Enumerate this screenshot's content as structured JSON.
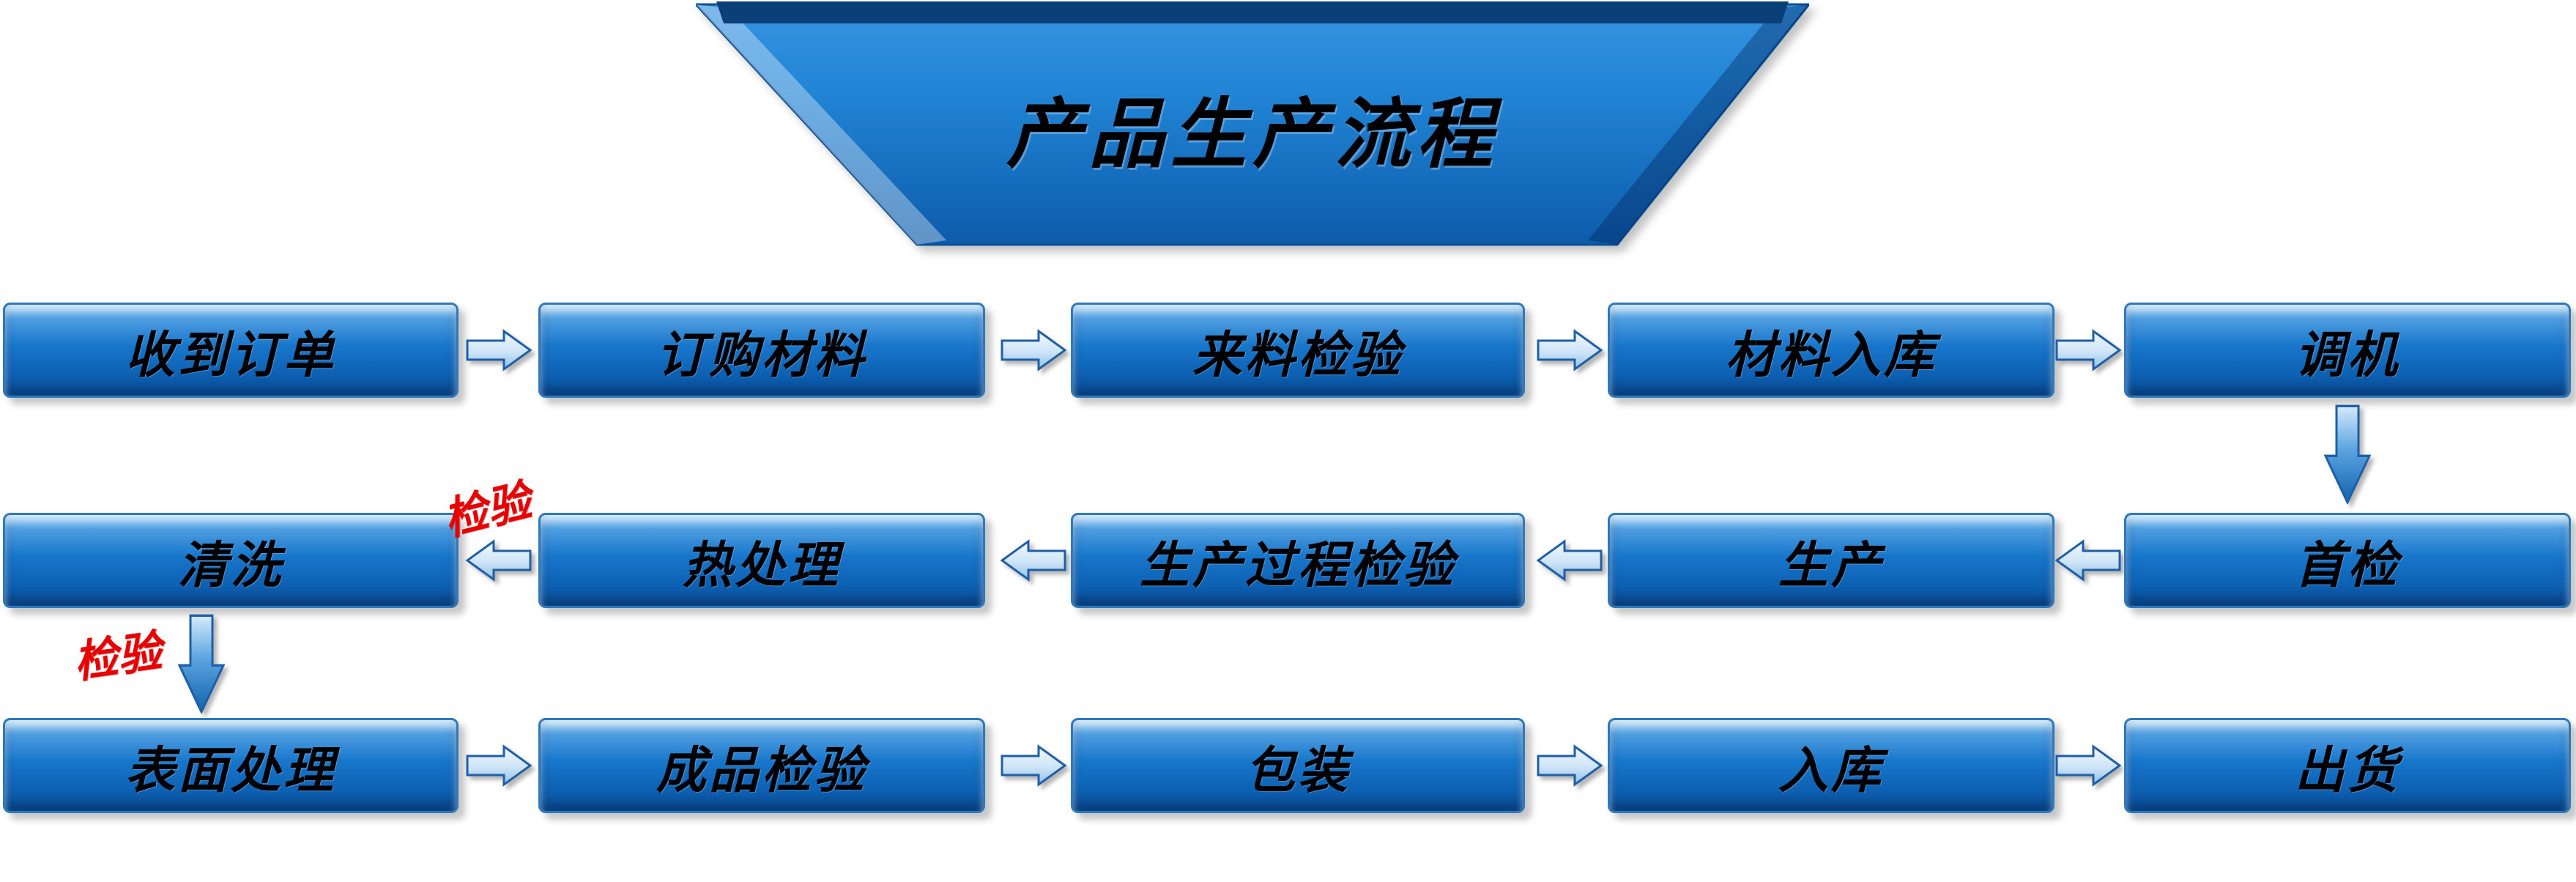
{
  "title": "产品生产流程",
  "rows": [
    {
      "direction": "right",
      "boxes": [
        "收到订单",
        "订购材料",
        "来料检验",
        "材料入库",
        "调机"
      ]
    },
    {
      "direction": "left",
      "boxes": [
        "清洗",
        "热处理",
        "生产过程检验",
        "生产",
        "首检"
      ]
    },
    {
      "direction": "right",
      "boxes": [
        "表面处理",
        "成品检验",
        "包装",
        "入库",
        "出货"
      ]
    }
  ],
  "annotations": {
    "inspection_top": "检验",
    "inspection_left": "检验"
  },
  "icons": {
    "flow_right": "arrow-right-icon",
    "flow_left": "arrow-left-icon",
    "flow_down": "arrow-down-icon"
  },
  "colors": {
    "box_blue": "#1877cb",
    "box_light": "#a6d4f5",
    "box_border": "#2e79bd",
    "banner_top_strip": "#0a3f78",
    "banner_blue": "#1b78cc",
    "annotation_red": "#e80000",
    "text_black": "#000000",
    "background": "#ffffff"
  }
}
